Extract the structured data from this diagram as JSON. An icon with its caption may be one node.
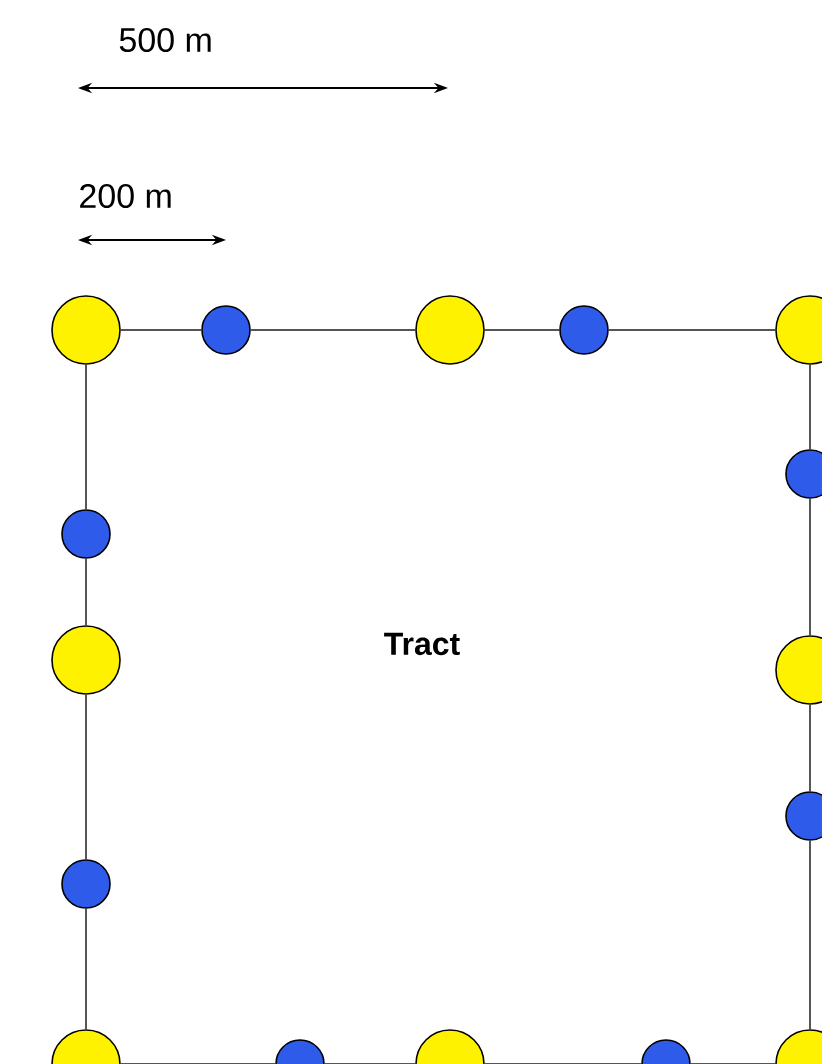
{
  "diagram": {
    "nodes": [
      {
        "text": [],
        "shape": "circle"
      },
      {
        "text": [],
        "shape": "circle"
      },
      {
        "text": [],
        "shape": "circle"
      },
      {
        "text": [],
        "shape": "circle"
      },
      {
        "text": [],
        "shape": "circle"
      },
      {
        "text": [],
        "shape": "circle"
      },
      {
        "text": [],
        "shape": "circle"
      },
      {
        "text": [],
        "shape": "circle"
      },
      {
        "text": [],
        "shape": "circle"
      },
      {
        "text": [],
        "shape": "circle"
      },
      {
        "text": [],
        "shape": "circle"
      },
      {
        "text": [],
        "shape": "circle"
      },
      {
        "text": [],
        "shape": "circle"
      },
      {
        "text": [],
        "shape": "circle"
      },
      {
        "text": [],
        "shape": "circle"
      },
      {
        "text": [],
        "shape": "circle"
      }
    ],
    "edges": [
      {
        "from": 0,
        "to": 1,
        "arrow": "none"
      },
      {
        "from": 1,
        "to": 2,
        "arrow": "none"
      },
      {
        "from": 2,
        "to": 3,
        "arrow": "none"
      },
      {
        "from": 3,
        "to": 4,
        "arrow": "none"
      },
      {
        "from": 4,
        "to": 5,
        "arrow": "none"
      },
      {
        "from": 5,
        "to": 8,
        "arrow": "none"
      },
      {
        "from": 8,
        "to": 9,
        "arrow": "none"
      },
      {
        "from": 9,
        "to": 15,
        "arrow": "none"
      },
      {
        "from": 0,
        "to": 6,
        "arrow": "none"
      },
      {
        "from": 6,
        "to": 7,
        "arrow": "none"
      },
      {
        "from": 7,
        "to": 10,
        "arrow": "none"
      },
      {
        "from": 10,
        "to": 11,
        "arrow": "none"
      },
      {
        "from": 11,
        "to": 12,
        "arrow": "none"
      },
      {
        "from": 12,
        "to": 13,
        "arrow": "none"
      },
      {
        "from": 13,
        "to": 14,
        "arrow": "none"
      },
      {
        "from": 14,
        "to": 15,
        "arrow": "none"
      }
    ],
    "labels": [
      "500 m",
      "200 m",
      "Tract"
    ]
  }
}
